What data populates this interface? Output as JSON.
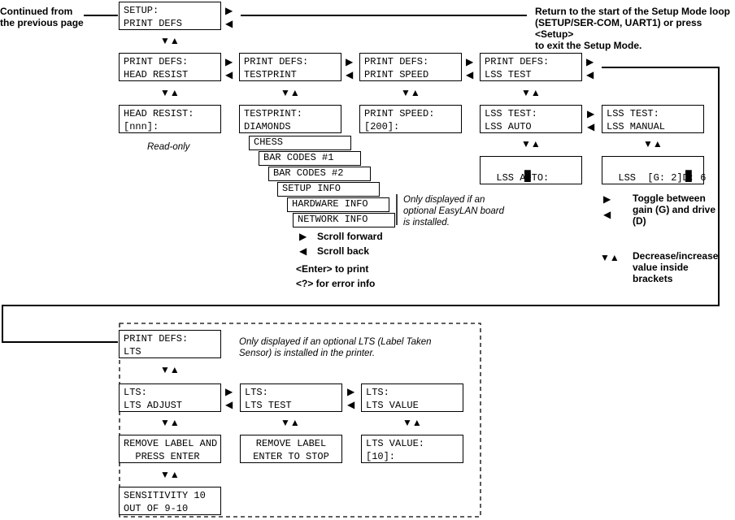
{
  "labels": {
    "continued": [
      "Continued from",
      "the previous page"
    ],
    "return_note": [
      "Return to the start of the Setup Mode loop",
      "(SETUP/SER-COM, UART1) or press <Setup>",
      "to exit the Setup Mode."
    ],
    "read_only": "Read-only",
    "easylan_note": [
      "Only displayed if an",
      "optional EasyLAN board",
      "is installed."
    ],
    "lts_note": [
      "Only displayed if an optional LTS (Label Taken",
      "Sensor) is installed in the printer."
    ],
    "scroll_forward": "Scroll forward",
    "scroll_back": "Scroll back",
    "enter_print": "<Enter> to print",
    "error_info": "<?> for error info",
    "toggle": [
      "Toggle between",
      "gain (G) and drive",
      "(D)"
    ],
    "decrease": [
      "Decrease/increase",
      "value inside",
      "brackets"
    ]
  },
  "boxes": {
    "setup": "SETUP:\nPRINT DEFS",
    "pd_head": "PRINT DEFS:\nHEAD RESIST",
    "pd_testprint": "PRINT DEFS:\nTESTPRINT",
    "pd_speed": "PRINT DEFS:\nPRINT SPEED",
    "pd_lss": "PRINT DEFS:\nLSS TEST",
    "head_resist": "HEAD RESIST:\n[nnn]:",
    "testprint": "TESTPRINT:\nDIAMONDS",
    "print_speed": "PRINT SPEED:\n[200]:",
    "lss_auto_test": "LSS TEST:\nLSS AUTO",
    "lss_manual_test": "LSS TEST:\nLSS MANUAL",
    "lss_auto": "LSS AUTO:",
    "lss_manual": "LSS  [G: 2]D: 6",
    "chess": "CHESS",
    "barcodes1": "BAR CODES #1",
    "barcodes2": "BAR CODES #2",
    "setup_info": "SETUP INFO",
    "hardware_info": "HARDWARE INFO",
    "network_info": "NETWORK INFO",
    "pd_lts": "PRINT DEFS:\nLTS",
    "lts_adjust": "LTS:\nLTS ADJUST",
    "lts_test": "LTS:\nLTS TEST",
    "lts_value": "LTS:\nLTS VALUE",
    "remove_press": "REMOVE LABEL AND\n  PRESS ENTER",
    "remove_stop": "REMOVE LABEL\nENTER TO STOP",
    "lts_value_val": "LTS VALUE:\n[10]:",
    "sensitivity": "SENSITIVITY 10\nOUT OF 9-10"
  },
  "icons": {
    "right": "▶",
    "left": "◀",
    "updown": "▼▲",
    "cursor": "█"
  }
}
